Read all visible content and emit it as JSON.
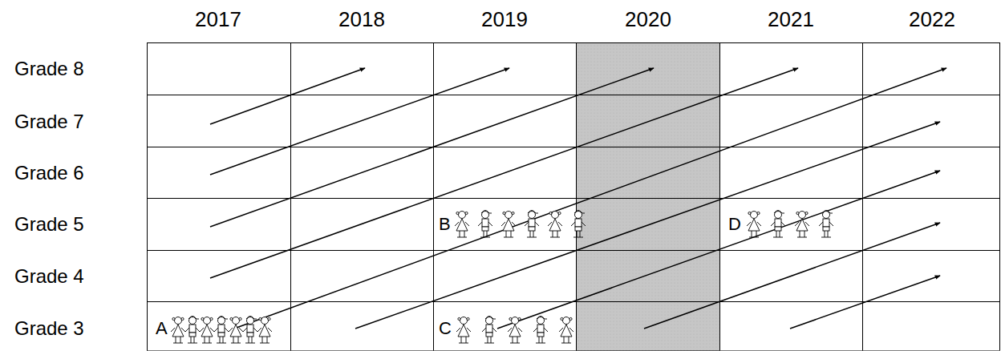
{
  "diagram": {
    "labels": [
      "2017",
      "2018",
      "2019",
      "2020",
      "2021",
      "2022",
      "Grade 8",
      "Grade 7",
      "Grade 6",
      "Grade 5",
      "Grade 4",
      "Grade 3",
      "A",
      "B",
      "C",
      "D"
    ]
  }
}
